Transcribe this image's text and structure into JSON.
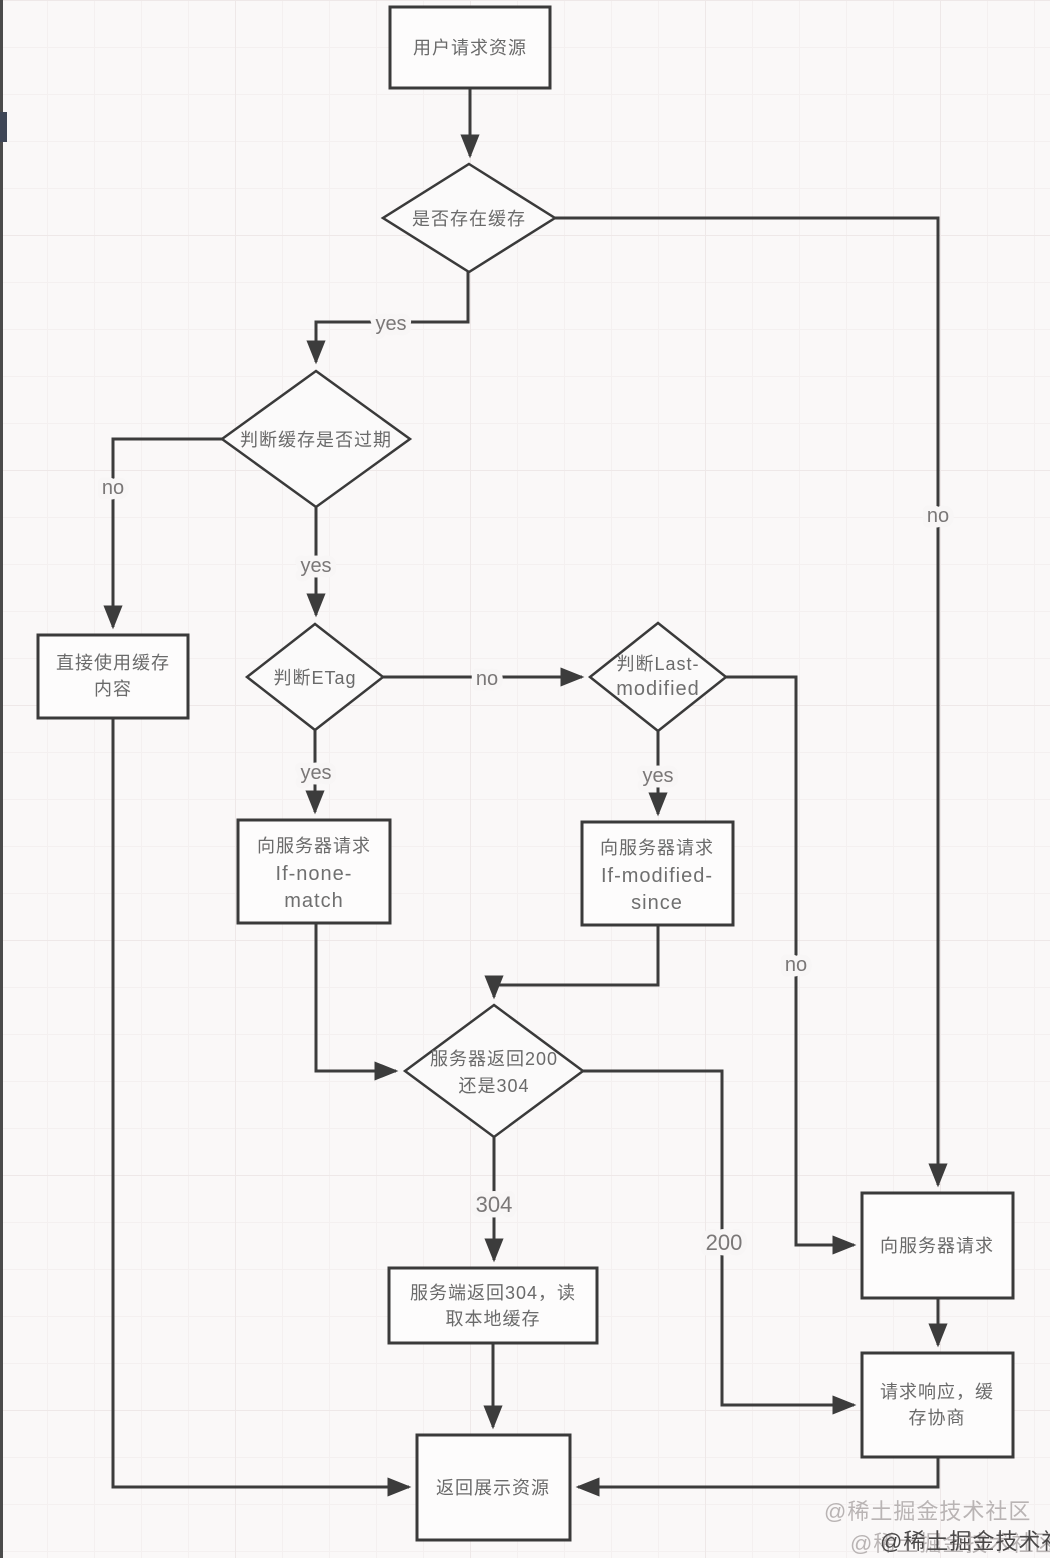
{
  "diagram": {
    "nodes": {
      "start": {
        "label": "用户请求资源"
      },
      "cacheExists": {
        "label": "是否存在缓存"
      },
      "cacheExpired": {
        "label": "判断缓存是否过期"
      },
      "useCache": {
        "line1": "直接使用缓存",
        "line2": "内容"
      },
      "judgeEtag": {
        "label": "判断ETag"
      },
      "judgeLastModified": {
        "line1": "判断Last-",
        "line2": "modified"
      },
      "reqIfNoneMatch": {
        "line1": "向服务器请求",
        "line2": "If-none-",
        "line3": "match"
      },
      "reqIfModifiedSince": {
        "line1": "向服务器请求",
        "line2": "If-modified-",
        "line3": "since"
      },
      "serverReturn": {
        "line1": "服务器返回200",
        "line2": "还是304"
      },
      "return304": {
        "line1": "服务端返回304，读",
        "line2": "取本地缓存"
      },
      "requestServer": {
        "label": "向服务器请求"
      },
      "responseNegotiate": {
        "line1": "请求响应，缓",
        "line2": "存协商"
      },
      "returnResource": {
        "label": "返回展示资源"
      }
    },
    "edge_labels": {
      "yes1": "yes",
      "no1": "no",
      "yes2": "yes",
      "no2": "no",
      "yes3": "yes",
      "no3": "no",
      "yes4": "yes",
      "no4": "no",
      "label304": "304",
      "label200": "200"
    },
    "watermark": {
      "text": "@稀土掘金技术社区"
    },
    "colors": {
      "line": "#3c3c3c",
      "node_fill": "#fdfcfc",
      "node_text": "#6a6a6a",
      "edge_label": "#7a7777",
      "watermark_light": "#b9b4b4",
      "watermark_dark": "#4a4848"
    }
  }
}
